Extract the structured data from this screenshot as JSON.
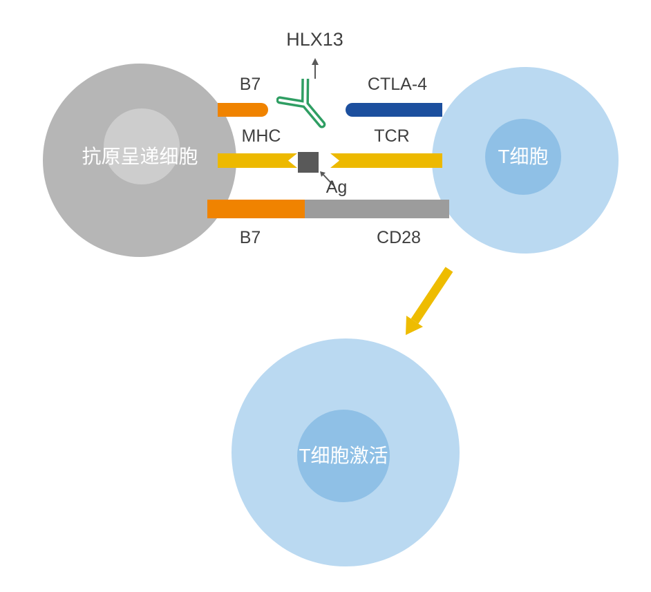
{
  "figure": {
    "drug_label": "HLX13",
    "cells": {
      "apc": "抗原呈递细胞",
      "t_cell": "T细胞",
      "t_cell_activated": "T细胞激活"
    },
    "molecules": {
      "b7_top": "B7",
      "ctla4": "CTLA-4",
      "mhc": "MHC",
      "tcr": "TCR",
      "ag": "Ag",
      "b7_bottom": "B7",
      "cd28": "CD28"
    },
    "colors": {
      "apc_body": "#b6b6b6",
      "apc_nucleus": "#cdcdcd",
      "tcell_body": "#bad9f1",
      "tcell_nucleus": "#8fc0e6",
      "b7_orange": "#f08300",
      "ctla4_navy": "#1c4f9e",
      "mhc_tcr_yellow": "#edb900",
      "cd28_gray": "#9c9c9c",
      "antigen_gray": "#595959",
      "antibody_green": "#2f9e63",
      "activation_arrow_yellow": "#eebc00",
      "label_text": "#3f3f3f"
    }
  }
}
